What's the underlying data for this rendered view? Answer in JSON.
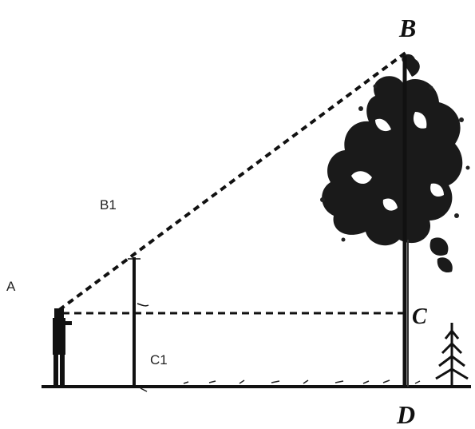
{
  "labels": {
    "a": "A",
    "b": "B",
    "b1": "B1",
    "c": "C",
    "c1": "C1",
    "d": "D"
  },
  "colors": {
    "ink": "#111111",
    "foliage": "#1a1a1a",
    "background": "#ffffff"
  },
  "icons": {
    "observer": "person-silhouette",
    "tree": "birch-tree",
    "sapling": "small-fir-sapling"
  }
}
